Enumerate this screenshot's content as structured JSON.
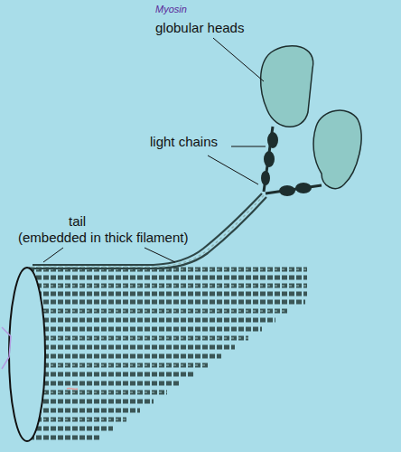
{
  "diagram": {
    "labels": [
      "Myosin",
      "globular heads",
      "light chains",
      "tail",
      "(embedded in thick filament)"
    ]
  }
}
